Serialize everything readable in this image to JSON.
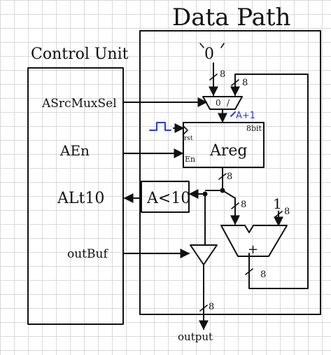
{
  "datapath": {
    "title": "Data Path",
    "mux_const_input": "0",
    "a_register_label": "Areg",
    "a_register_width_label": "8bit",
    "a_register_rst_label": "rst",
    "a_register_en_label": "En",
    "a_register_load_annotation": "A+1",
    "comparator_label": "A<10",
    "adder_const_input": "1",
    "bus_width_labels": [
      "8",
      "8",
      "8",
      "8",
      "8",
      "8",
      "8"
    ]
  },
  "control_unit": {
    "title": "Control Unit",
    "signals": [
      "ASrcMuxSel",
      "AEn",
      "ALt10",
      "outBuf"
    ]
  },
  "io": {
    "output_label": "output"
  },
  "colors": {
    "ink": "#111111",
    "annotation": "#2a3cd6",
    "grid": "#d9d9d9"
  }
}
